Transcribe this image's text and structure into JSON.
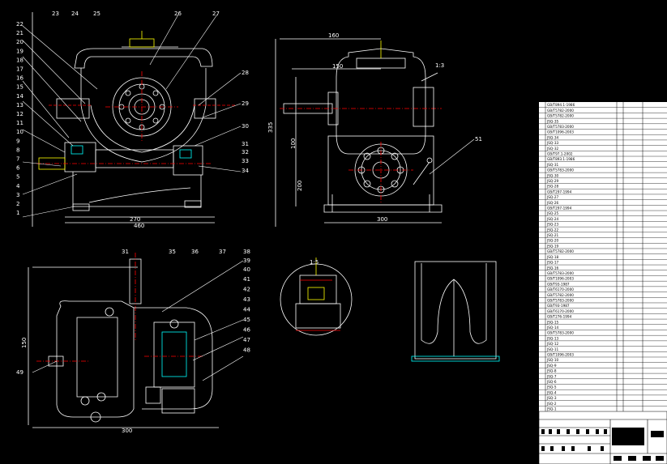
{
  "colors": {
    "background": "#000000",
    "line": "#ffffff",
    "accent_yellow": "#ffff00",
    "accent_cyan": "#00ffff",
    "accent_red": "#ff0000"
  },
  "front_view": {
    "balloons_left": [
      "22",
      "21",
      "20",
      "19",
      "18",
      "17",
      "16",
      "15",
      "14",
      "13",
      "12",
      "11",
      "10",
      "9",
      "8",
      "7",
      "6",
      "5",
      "4",
      "3",
      "2",
      "1"
    ],
    "balloons_top": [
      "23",
      "24",
      "25",
      "26",
      "27"
    ],
    "balloons_right": [
      "28",
      "29",
      "30",
      "31",
      "32",
      "33",
      "34"
    ],
    "dim_bottom_inner": "270",
    "dim_bottom_outer": "460"
  },
  "side_view": {
    "balloon": "51",
    "top_tag": "1:3",
    "dim_top": "160",
    "dim_mid": "150",
    "dim_height": "335",
    "dim_lower": "200",
    "dim_left": "100",
    "dim_bottom": "300"
  },
  "plan_view": {
    "balloons_top": [
      "31",
      "35",
      "36",
      "37",
      "38",
      "39",
      "40"
    ],
    "balloons_right": [
      "41",
      "42",
      "43",
      "44",
      "45",
      "46",
      "47",
      "48"
    ],
    "balloon_left": "49",
    "dim_left": "150",
    "dim_bottom": "300"
  },
  "detail_view": {
    "tag": "1:5"
  },
  "bom_rows": [
    "GB/T894.1-1986",
    "GB/T5782-2000",
    "GB/T5782-2000",
    "JSQ-35",
    "GB/T5783-2000",
    "GB/T1096-2003",
    "JSQ-34",
    "JSQ-33",
    "JSQ-32",
    "GB/T97.1-2002",
    "GB/T893.1-1986",
    "JSQ-31",
    "GB/T5783-2000",
    "JSQ-30",
    "JSQ-29",
    "JSQ-28",
    "GB/T297-1994",
    "JSQ-27",
    "JSQ-26",
    "GB/T297-1994",
    "JSQ-25",
    "JSQ-24",
    "JSQ-23",
    "JSQ-22",
    "JSQ-21",
    "JSQ-20",
    "JSQ-19",
    "GB/T5782-2000",
    "JSQ-18",
    "JSQ-17",
    "JSQ-16",
    "GB/T5783-2000",
    "GB/T1096-2003",
    "GB/T93-1987",
    "GB/T6170-2000",
    "GB/T5782-2000",
    "GB/T5783-2000",
    "GB/T93-1987",
    "GB/T6170-2000",
    "GB/T276-1994",
    "JSQ-15",
    "JSQ-14",
    "GB/T5783-2000",
    "JSQ-13",
    "JSQ-12",
    "JSQ-11",
    "GB/T1096-2003",
    "JSQ-10",
    "JSQ-9",
    "JSQ-8",
    "JSQ-7",
    "JSQ-6",
    "JSQ-5",
    "JSQ-4",
    "JSQ-3",
    "JSQ-2",
    "JSQ-1"
  ]
}
